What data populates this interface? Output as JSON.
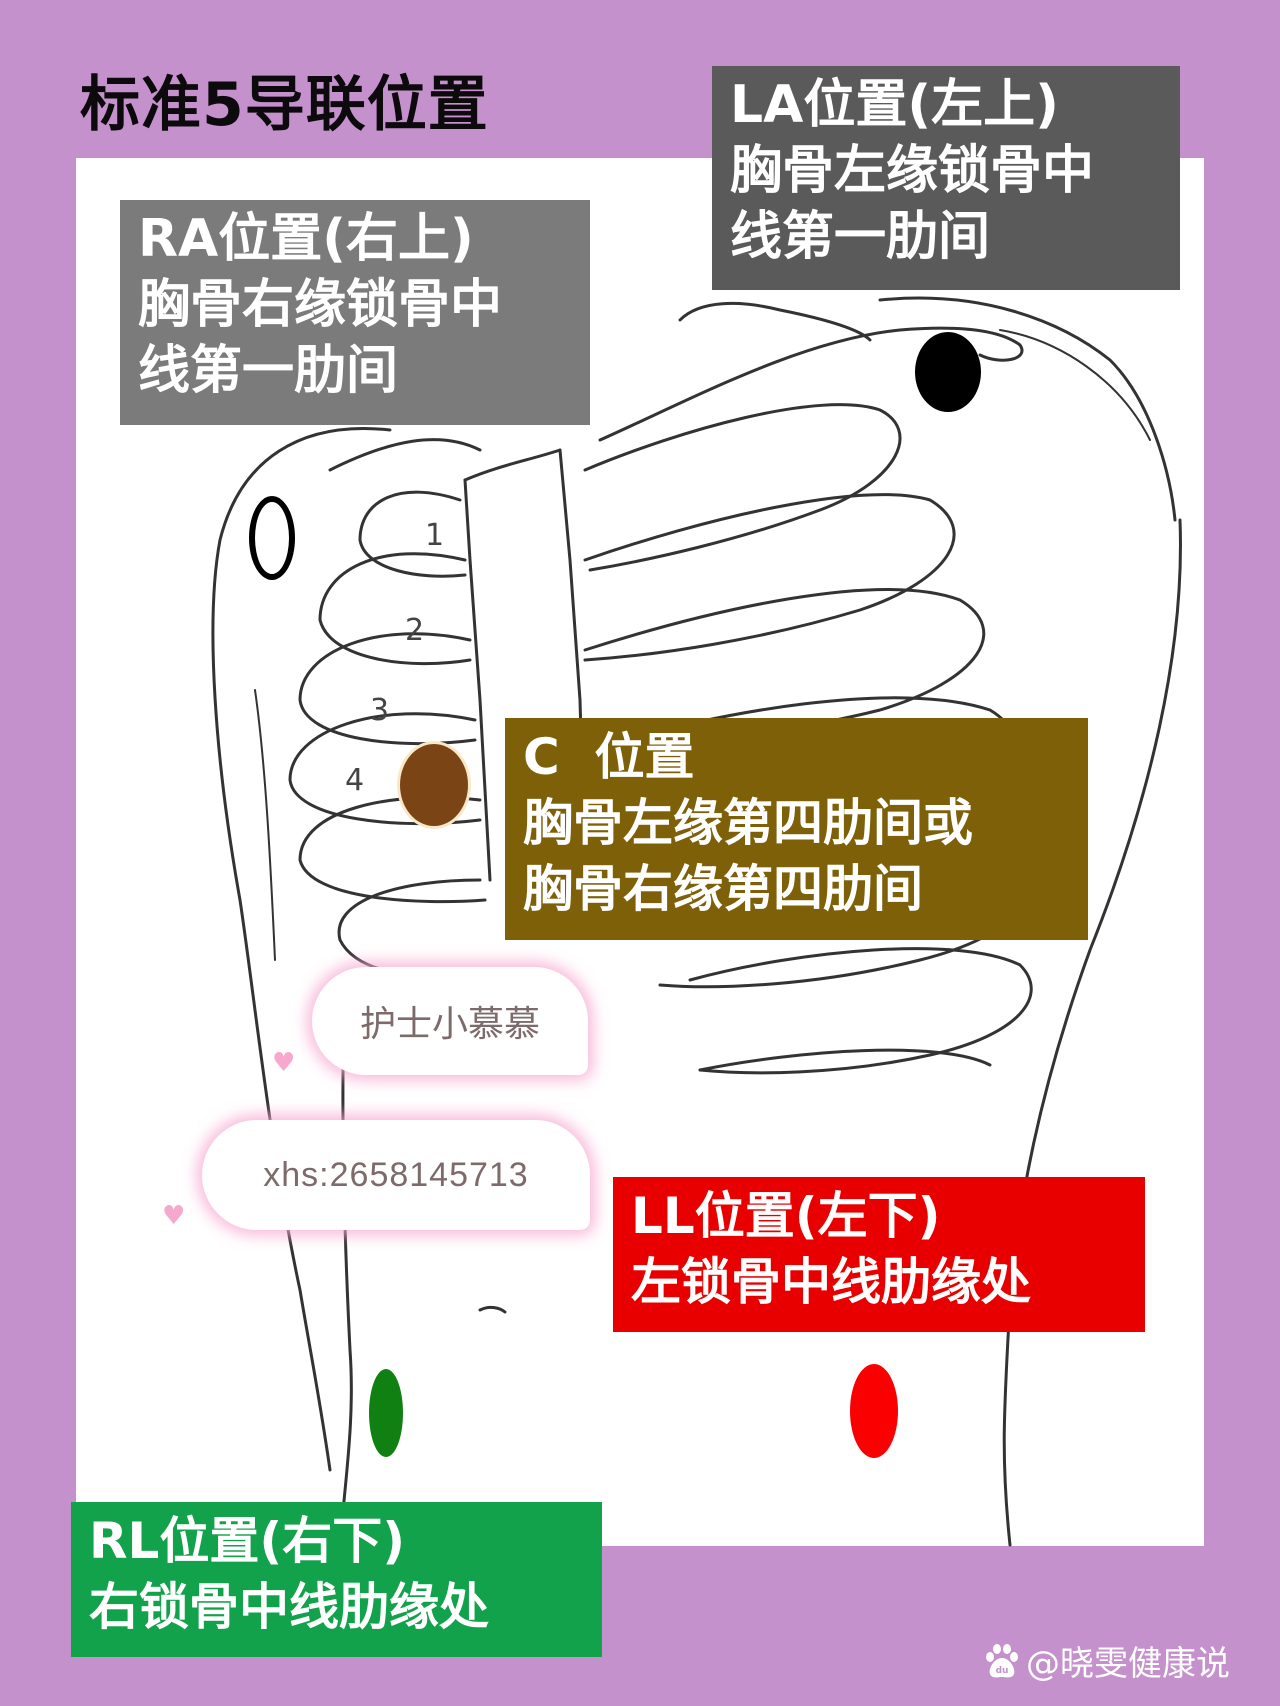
{
  "title": "标准5导联位置",
  "colors": {
    "background": "#C591CC",
    "panel": "#FFFFFF",
    "la_box": "#5A5A5A",
    "ra_box": "#7B7B7B",
    "c_box": "#7D6008",
    "ll_box": "#E80000",
    "rl_box": "#13A24C",
    "la_electrode": "#000000",
    "ra_electrode": "outline-black",
    "c_electrode": "#7B4414",
    "ll_electrode": "#FB0000",
    "rl_electrode": "#118013"
  },
  "leads": {
    "la": {
      "heading": "LA位置(左上)",
      "line1": "胸骨左缘锁骨中",
      "line2": "线第一肋间"
    },
    "ra": {
      "heading": "RA位置(右上)",
      "line1": "胸骨右缘锁骨中",
      "line2": "线第一肋间"
    },
    "c": {
      "heading": "C  位置",
      "line1": "胸骨左缘第四肋间或",
      "line2": "胸骨右缘第四肋间"
    },
    "ll": {
      "heading": "LL位置(左下)",
      "line1": "左锁骨中线肋缘处"
    },
    "rl": {
      "heading": "RL位置(右下)",
      "line1": "右锁骨中线肋缘处"
    }
  },
  "rib_numbers": [
    "1",
    "2",
    "3",
    "4"
  ],
  "bubbles": {
    "name": "护士小慕慕",
    "id": "xhs:2658145713"
  },
  "hearts": [
    "♥",
    "♥"
  ],
  "watermark": {
    "icon": "baidu-paw-icon",
    "text": "@晓雯健康说"
  }
}
